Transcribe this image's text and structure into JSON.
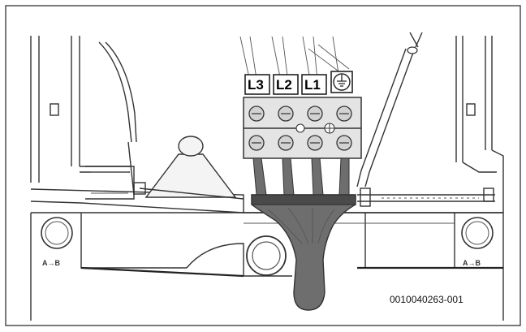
{
  "terminals": [
    {
      "label": "L3"
    },
    {
      "label": "L2"
    },
    {
      "label": "L1"
    },
    {
      "label": "",
      "icon": "ground-symbol-icon"
    }
  ],
  "side_labels": {
    "left": "A→B",
    "right": "A→B"
  },
  "figure_id": "0010040263-001",
  "colors": {
    "cable": "#6e6e6e",
    "cable_dark": "#4a4a4a",
    "terminal_block": "#e4e4e4",
    "line": "#333333"
  }
}
